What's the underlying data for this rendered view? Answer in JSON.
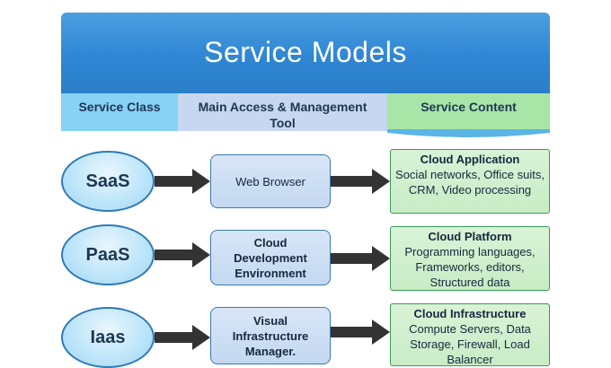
{
  "title": "Service Models",
  "headers": {
    "service_class": "Service Class",
    "tool": "Main Access & Management Tool",
    "content": "Service Content"
  },
  "rows": [
    {
      "service": "SaaS",
      "tool": "Web Browser",
      "content_title": "Cloud Application",
      "content_body": "Social networks, Office suits, CRM, Video processing"
    },
    {
      "service": "PaaS",
      "tool": "Cloud Development Environment",
      "content_title": "Cloud  Platform",
      "content_body": "Programming languages, Frameworks, editors, Structured data"
    },
    {
      "service": "Iaas",
      "tool": "Visual Infrastructure Manager.",
      "content_title": "Cloud Infrastructure",
      "content_body": "Compute Servers, Data Storage, Firewall, Load Balancer"
    }
  ],
  "colors": {
    "title_bar": "#2f86d3",
    "header_class": "#88d2f5",
    "header_tool": "#c6d7ef",
    "header_content": "#a8e6a8",
    "arrow": "#333333"
  }
}
